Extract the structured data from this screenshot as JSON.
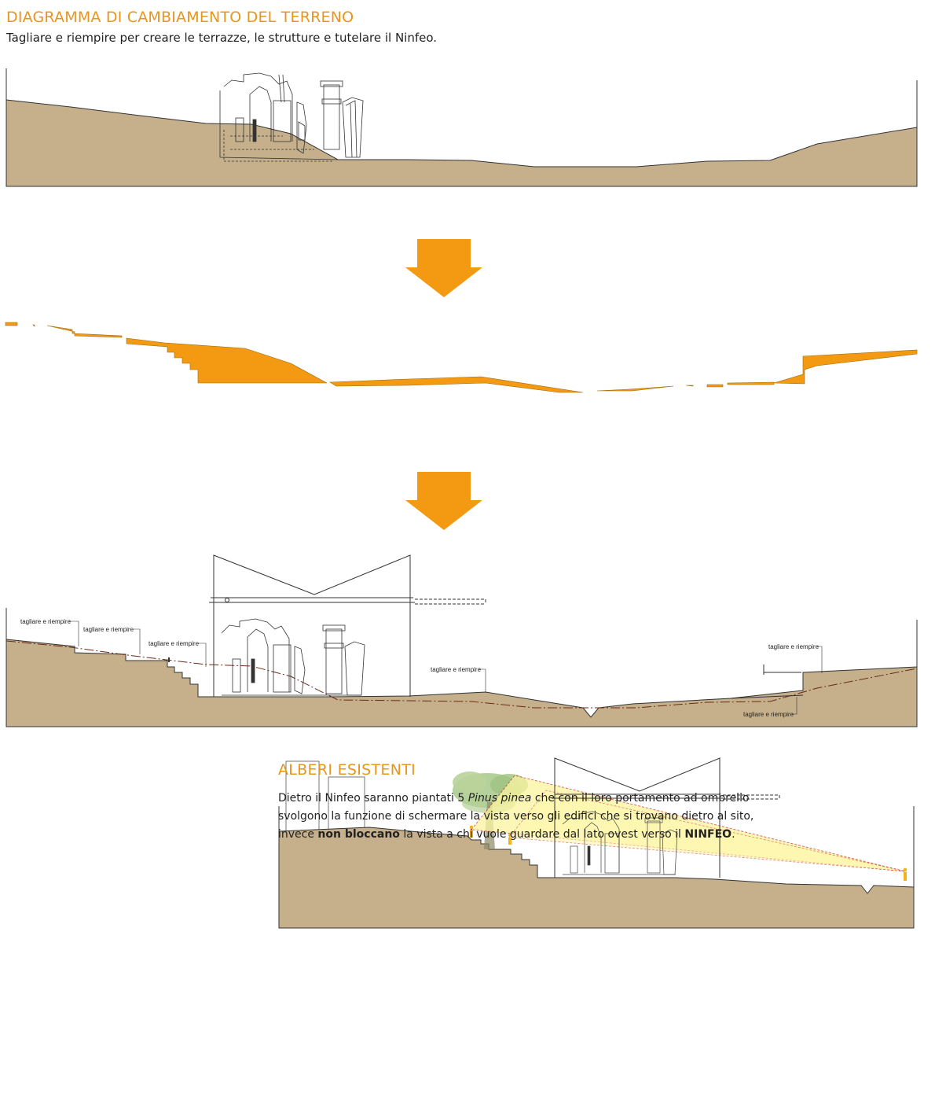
{
  "header": {
    "title": "DIAGRAMMA DI CAMBIAMENTO DEL TERRENO",
    "subtitle": "Tagliare e riempire per creare le terrazze, le strutture e tutelare il Ninfeo."
  },
  "section3": {
    "labels": [
      "tagliare e riempire",
      "tagliare e riempire",
      "tagliare e riempire",
      "tagliare e riempire",
      "tagliare e riempire",
      "tagliare e riempire"
    ]
  },
  "trees_section": {
    "title": "ALBERI ESISTENTI",
    "line1_a": "Dietro il Ninfeo saranno piantati 5 ",
    "line1_italic": "Pinus pinea",
    "line1_b": " che con il loro portamento ad ombrello",
    "line2": "svolgono la funzione di schermare la vista verso gli edifici che si trovano dietro al sito,",
    "line3_a": "invece ",
    "line3_bold1": "non bloccano",
    "line3_b": " la vista a chi vuole guardare dal lato ovest verso il ",
    "line3_bold2": "NINFEO",
    "line3_c": "."
  },
  "colors": {
    "accent": "#f39a12",
    "terrain": "#c6b08c",
    "title_orange": "#e8951e"
  }
}
